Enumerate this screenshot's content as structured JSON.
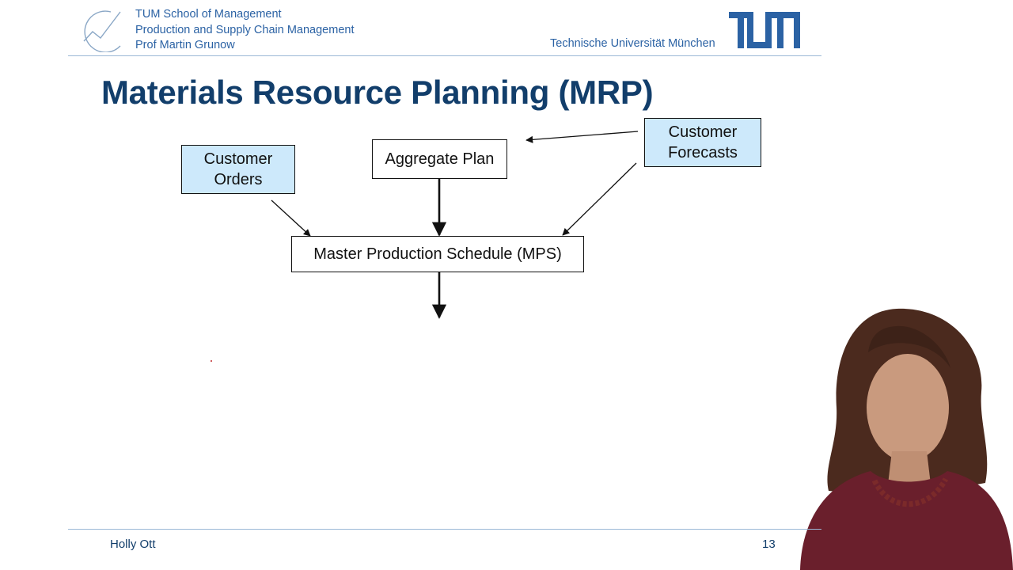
{
  "header": {
    "school": "TUM School of Management",
    "chair": "Production and Supply Chain Management",
    "professor": "Prof Martin Grunow",
    "university": "Technische Universität München",
    "logo_text": "TUM"
  },
  "slide": {
    "title": "Materials Resource Planning (MRP)",
    "nodes": {
      "customer_orders": "Customer Orders",
      "aggregate_plan": "Aggregate Plan",
      "customer_forecasts": "Customer Forecasts",
      "mps": "Master Production Schedule (MPS)"
    }
  },
  "footer": {
    "presenter": "Holly Ott",
    "page_number": "13"
  },
  "colors": {
    "brand_blue": "#2b62a4",
    "title_navy": "#123e6b",
    "node_highlight": "#cde9fb"
  }
}
